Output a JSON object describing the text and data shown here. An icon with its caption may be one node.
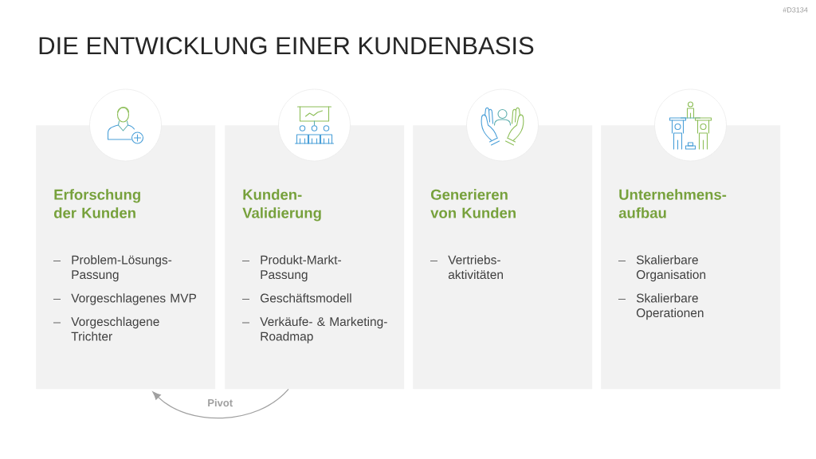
{
  "diagram": {
    "title": "DIE ENTWICKLUNG EINER KUNDENBASIS",
    "nodes": [
      {
        "text": [
          "Erforschung der Kunden",
          "Problem-Lösungs- Passung",
          "Vorgeschlagenes MVP",
          "Vorgeschlagene Trichter"
        ]
      },
      {
        "text": [
          "Kunden- Validierung",
          "Produkt-Markt- Passung",
          "Geschäftsmodell",
          "Verkäufe- & Marketing- Roadmap"
        ]
      },
      {
        "text": [
          "Generieren von Kunden",
          "Vertriebs- aktivitäten"
        ]
      },
      {
        "text": [
          "Unternehmens- aufbau",
          "Skalierbare Organisation",
          "Skalierbare Operationen"
        ]
      }
    ],
    "edges": [
      {
        "from": 1,
        "to": 0,
        "arrow": "to",
        "label": "Pivot"
      }
    ],
    "labels": [
      "#D3134"
    ]
  }
}
